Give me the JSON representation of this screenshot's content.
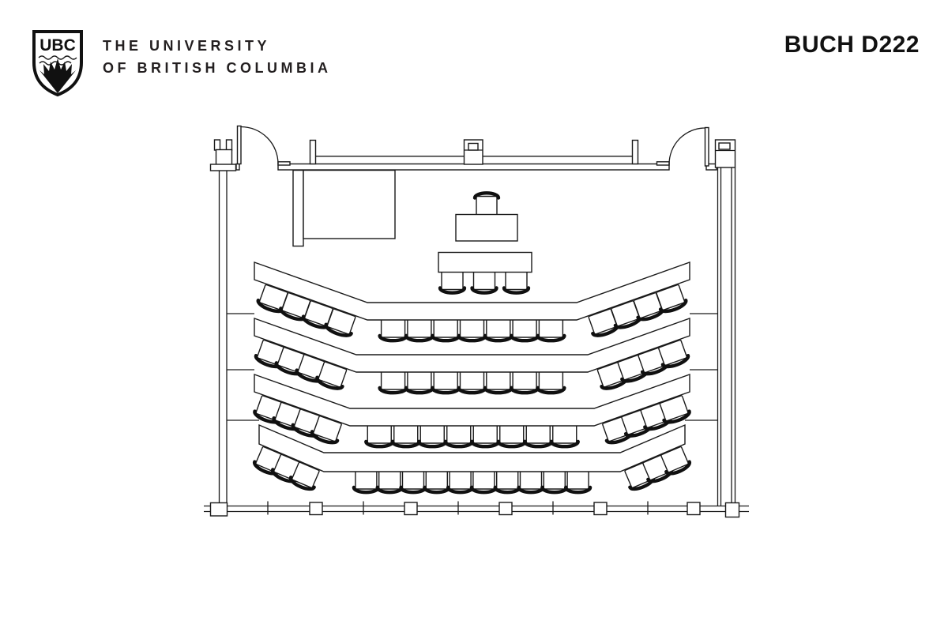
{
  "header": {
    "logo_text": "UBC",
    "university_line1": "THE UNIVERSITY",
    "university_line2": "OF BRITISH COLUMBIA",
    "room_code": "BUCH D222"
  },
  "colors": {
    "ink": "#1a1a1a",
    "background": "#ffffff"
  },
  "floorplan": {
    "kind": "classroom-seating-plan",
    "rows": [
      {
        "left_wing_seats": 4,
        "middle_seats": 7,
        "right_wing_seats": 4
      },
      {
        "left_wing_seats": 4,
        "middle_seats": 7,
        "right_wing_seats": 4
      },
      {
        "left_wing_seats": 4,
        "middle_seats": 8,
        "right_wing_seats": 4
      },
      {
        "left_wing_seats": 3,
        "middle_seats": 10,
        "right_wing_seats": 3
      }
    ],
    "front_table_seats": 3,
    "instructor_seats": 1,
    "doors": 2,
    "features": [
      "whiteboard",
      "projection-screen",
      "window-wall"
    ]
  }
}
